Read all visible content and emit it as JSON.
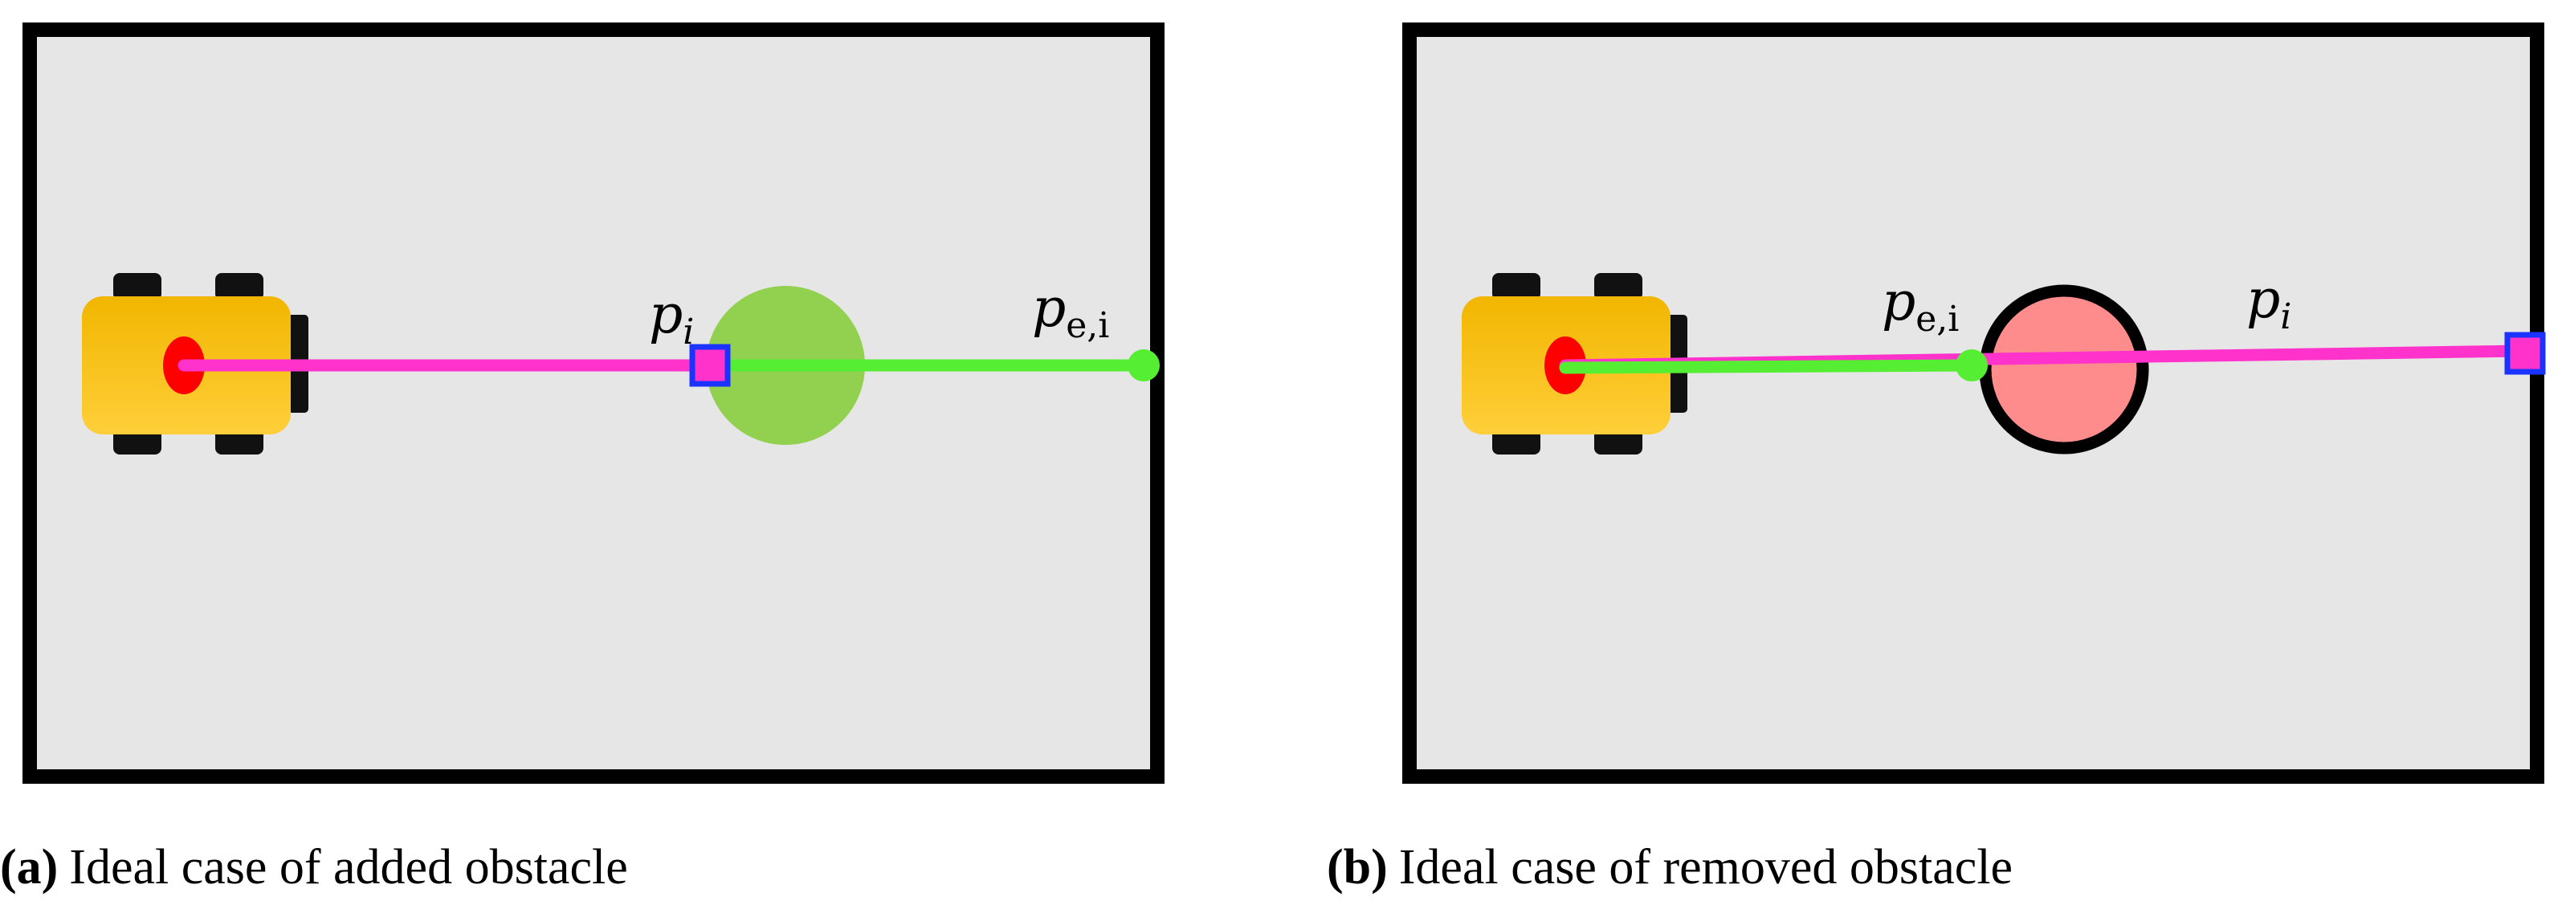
{
  "panels": [
    {
      "id": "a",
      "caption_prefix": "(a)",
      "caption_text": "Ideal case of added obstacle",
      "hit_label_main": "p",
      "hit_label_sub": "i",
      "expected_label_main": "p",
      "expected_label_sub": "e,i"
    },
    {
      "id": "b",
      "caption_prefix": "(b)",
      "caption_text": "Ideal case of removed obstacle",
      "hit_label_main": "p",
      "hit_label_sub": "i",
      "expected_label_main": "p",
      "expected_label_sub": "e,i"
    }
  ],
  "colors": {
    "arena_fill": "#e6e6e6",
    "arena_border": "#000000",
    "robot_body_top": "#f2b600",
    "robot_body_bottom": "#ffcf3a",
    "robot_wheel": "#111111",
    "robot_sensor": "#ff0000",
    "measured_ray": "#ff33cc",
    "expected_ray": "#55ee33",
    "added_obstacle": "#92d050",
    "removed_obstacle": "#ff8c8c",
    "hit_marker_border": "#1a33ff"
  }
}
